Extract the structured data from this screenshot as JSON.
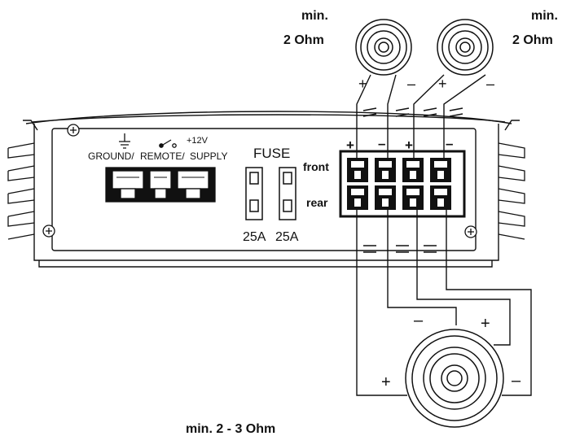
{
  "speakers": {
    "left_label_line1": "min.",
    "left_label_line2": "2 Ohm",
    "right_label_line1": "min.",
    "right_label_line2": "2 Ohm",
    "left_plus": "+",
    "left_minus": "–",
    "right_plus": "+",
    "right_minus": "–",
    "sub_plus_left": "+",
    "sub_minus_right": "–",
    "sub_minus_top": "–",
    "sub_plus_top": "+"
  },
  "power": {
    "label_voltage": "+12V",
    "label_ground": "GROUND/",
    "label_remote": "REMOTE/",
    "label_supply": "SUPPLY"
  },
  "fuse": {
    "title": "FUSE",
    "rating_1": "25A",
    "rating_2": "25A"
  },
  "outputs": {
    "front_label": "front",
    "rear_label": "rear",
    "pol_1": "+",
    "pol_2": "–",
    "pol_3": "+",
    "pol_4": "–"
  },
  "footer": {
    "partial_text": "min. 2 - 3 Ohm"
  }
}
